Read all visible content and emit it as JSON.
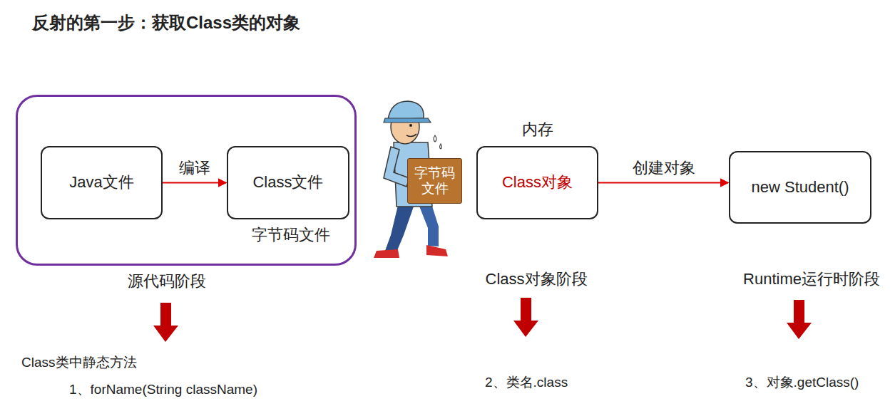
{
  "diagram": {
    "title": "反射的第一步：获取Class类的对象",
    "nodes": [
      {
        "text": [
          "源代码阶段"
        ]
      },
      {
        "text": [
          "Java文件"
        ],
        "in": 0
      },
      {
        "text": [
          "Class文件",
          "字节码文件"
        ],
        "in": 0
      },
      {
        "text": [
          "内存",
          "Class对象"
        ]
      },
      {
        "text": [
          "new Student()"
        ]
      },
      {
        "text": [
          "字节码文件"
        ]
      }
    ],
    "edges": [
      {
        "from": 1,
        "to": 2,
        "arrow": "to",
        "label": "编译"
      },
      {
        "from": 3,
        "to": 4,
        "arrow": "to",
        "label": "创建对象"
      }
    ],
    "labels": [
      "Class对象阶段",
      "Runtime运行时阶段",
      "Class类中静态方法",
      "1、forName(String className)",
      "2、类名.class",
      "3、对象.getClass()"
    ]
  }
}
